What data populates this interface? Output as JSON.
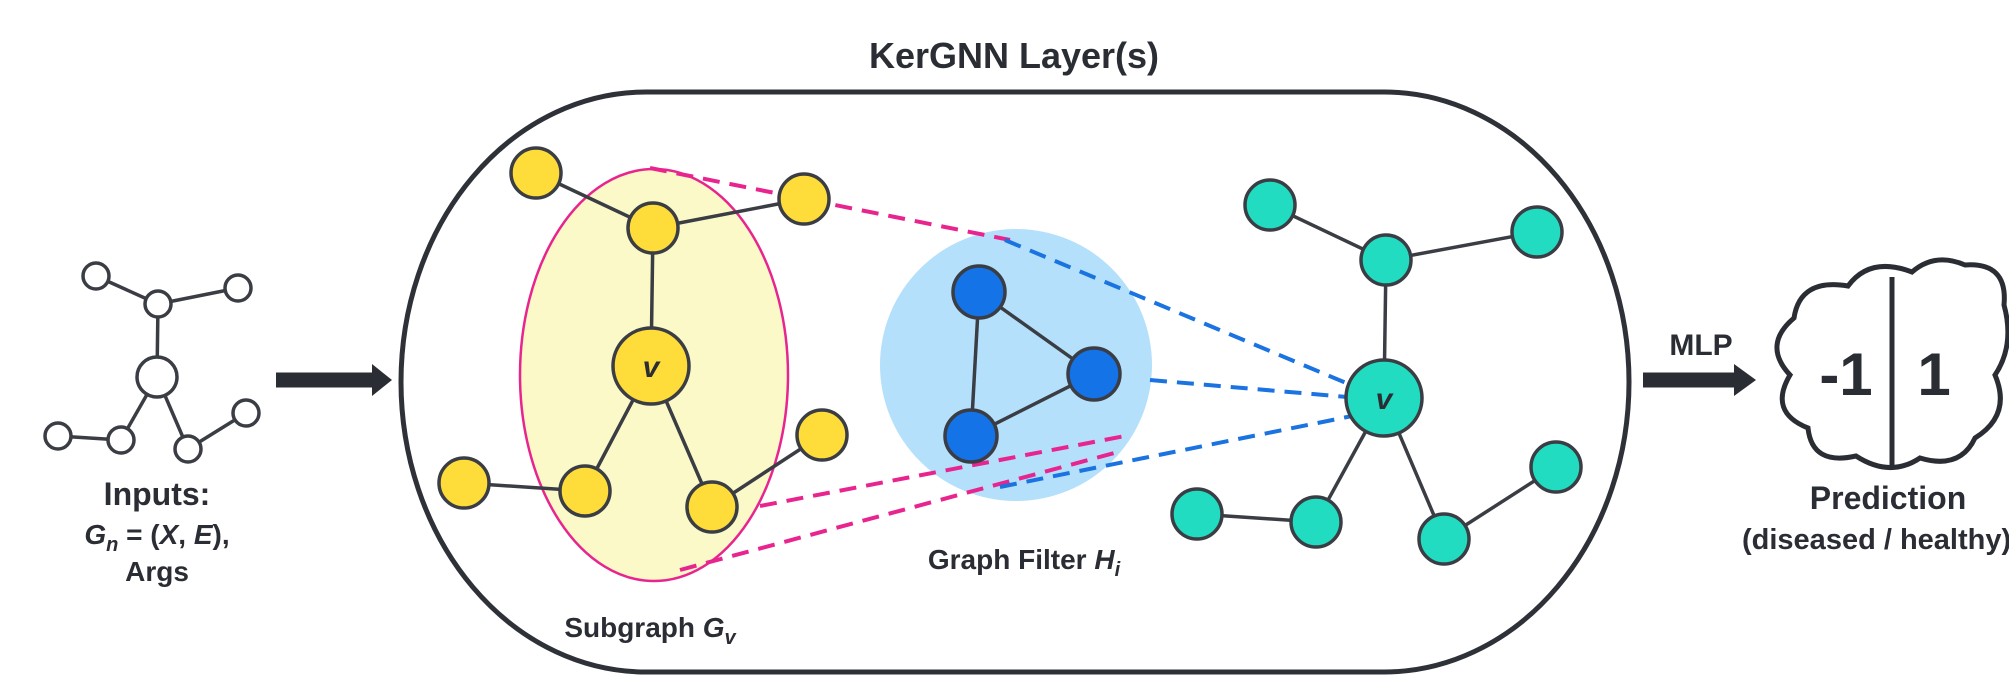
{
  "layer_title": "KerGNN Layer(s)",
  "inputs": {
    "heading": "Inputs:",
    "graph_prefix": "G",
    "graph_subscript": "n",
    "graph_eq_open": " = (",
    "graph_x": "X",
    "graph_comma": ", ",
    "graph_e": "E",
    "graph_close": "),",
    "args": "Args"
  },
  "subgraph": {
    "text": "Subgraph ",
    "symbol": "G",
    "subscript": "v"
  },
  "graph_filter": {
    "text": "Graph Filter ",
    "symbol": "H",
    "subscript": "i"
  },
  "node_labels": {
    "center": "v"
  },
  "mlp_label": "MLP",
  "prediction": {
    "negative": "-1",
    "positive": "1",
    "title": "Prediction",
    "subtitle": "(diseased / healthy)"
  },
  "colors": {
    "yellow_node": "#fedc3a",
    "yellow_region": "#fbf9c8",
    "pink_dash": "#e8248f",
    "blue_node": "#1473e6",
    "blue_region": "#b4e0fb",
    "blue_dash": "#1a73e0",
    "teal_node": "#21dcc0",
    "outline": "#3a3d44"
  }
}
